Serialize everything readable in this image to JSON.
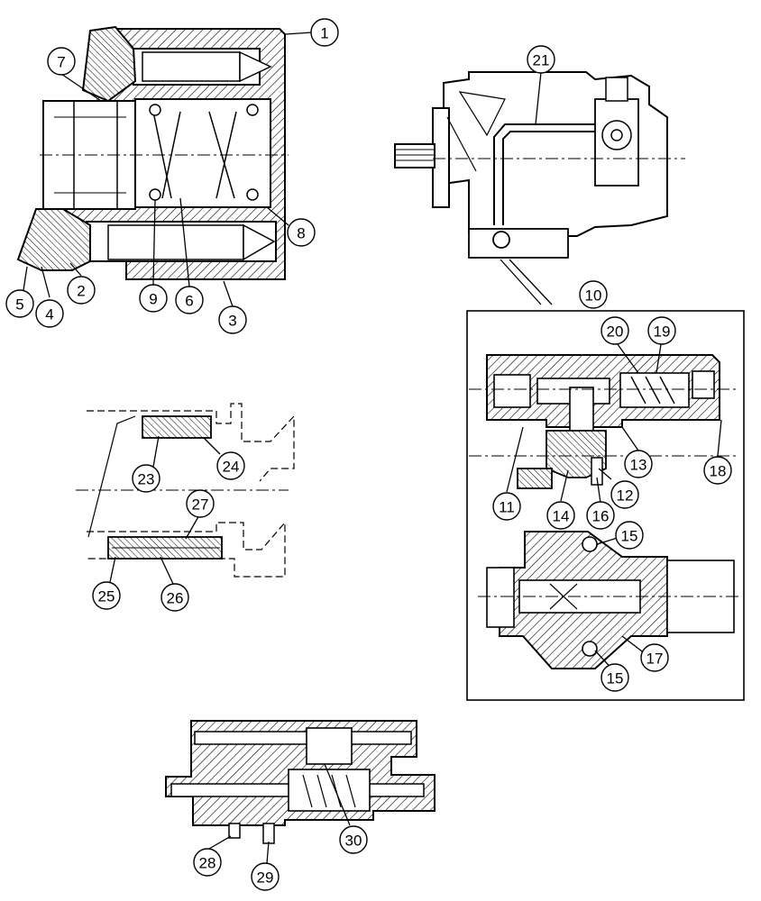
{
  "callouts": {
    "c1": "1",
    "c2": "2",
    "c3": "3",
    "c4": "4",
    "c5": "5",
    "c6": "6",
    "c7": "7",
    "c8": "8",
    "c9": "9",
    "c10": "10",
    "c11": "11",
    "c12": "12",
    "c13": "13",
    "c14": "14",
    "c15a": "15",
    "c15b": "15",
    "c16": "16",
    "c17": "17",
    "c18": "18",
    "c19": "19",
    "c20": "20",
    "c21": "21",
    "c23": "23",
    "c24": "24",
    "c25": "25",
    "c26": "26",
    "c27": "27",
    "c28": "28",
    "c29": "29",
    "c30": "30"
  }
}
